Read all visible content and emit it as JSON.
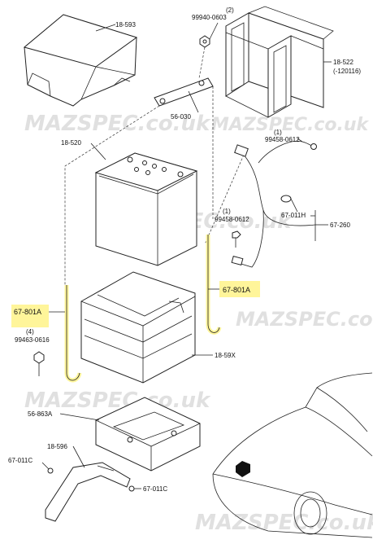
{
  "diagram": {
    "watermark_text": "MAZSPEC.co.uk",
    "highlight_color": "#fff59a",
    "callouts": {
      "cover": "18-593",
      "nut_qty": "(2)",
      "nut": "99940-0603",
      "bracket": "18-522",
      "bracket_note": "(-120116)",
      "clamp": "56-030",
      "battery": "18-520",
      "bolt1_qty": "(1)",
      "bolt1": "99458-0612",
      "clip": "67-011H",
      "bolt2_qty": "(1)",
      "bolt2": "99458-0612",
      "harness": "67-260",
      "rod_right": "67-801A",
      "rod_left": "67-801A",
      "bolt3_qty": "(4)",
      "bolt3": "99463-0616",
      "tray": "18-59X",
      "base": "56-863A",
      "stay": "18-596",
      "clip_left": "67-011C",
      "clip_bottom": "67-011C"
    }
  }
}
